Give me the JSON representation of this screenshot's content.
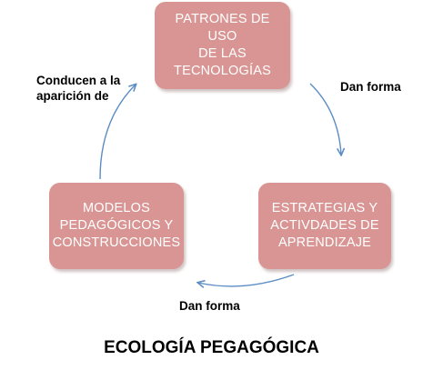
{
  "diagram": {
    "title": "ECOLOGÍA PEGAGÓGICA",
    "nodes": {
      "top": [
        "PATRONES DE USO",
        "DE LAS",
        "TECNOLOGÍAS"
      ],
      "right": [
        "ESTRATEGIAS Y",
        "ACTIVDADES DE",
        "APRENDIZAJE"
      ],
      "left": [
        "MODELOS",
        "PEDAGÓGICOS Y",
        "CONSTRUCCIONES"
      ]
    },
    "edges": {
      "top_to_right": "Dan forma",
      "right_to_left": "Dan forma",
      "left_to_top": [
        "Conducen a la",
        "aparición de"
      ]
    },
    "colors": {
      "node_fill": "#d99594",
      "node_text": "#ffffff",
      "arrow": "#5b8cc4"
    }
  }
}
